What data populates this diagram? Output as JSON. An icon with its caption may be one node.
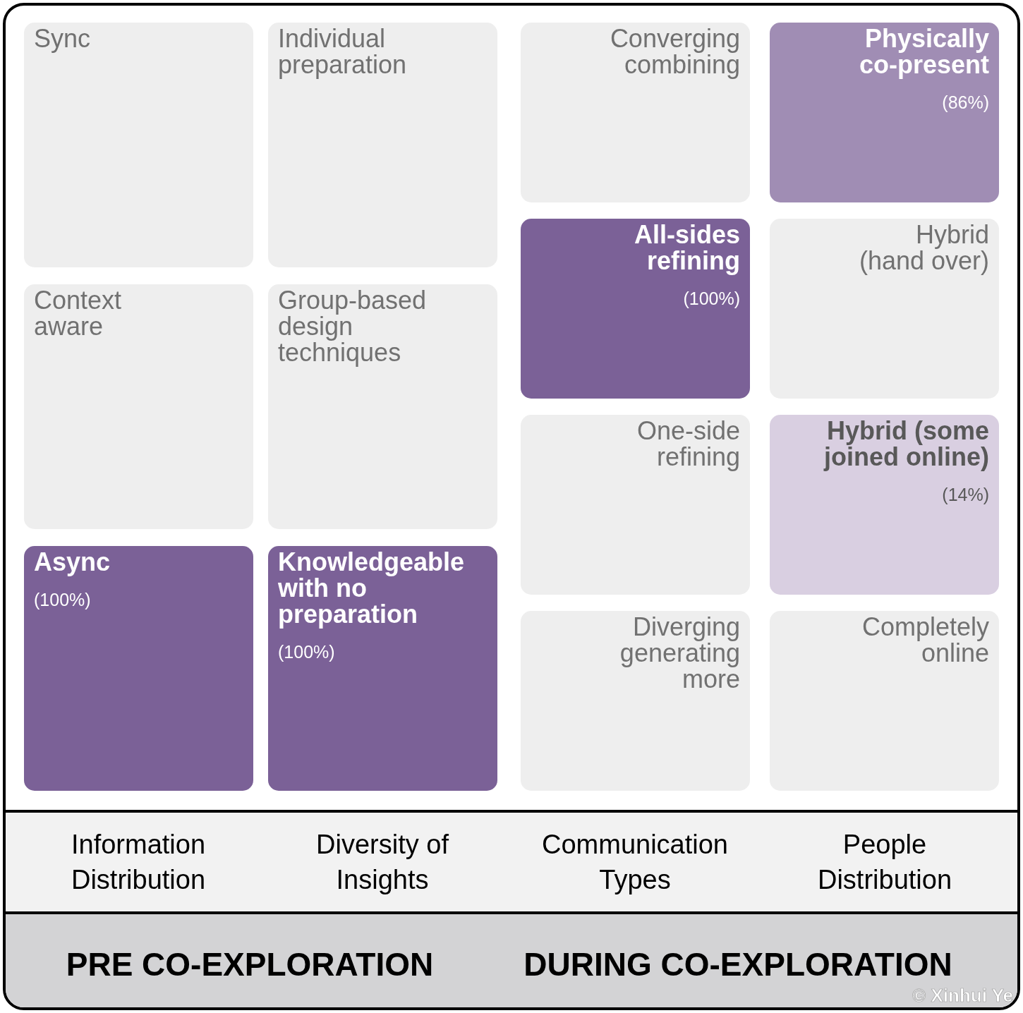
{
  "diagram": {
    "nodes": [
      {
        "text": [
          "Sync"
        ]
      },
      {
        "text": [
          "Context aware"
        ]
      },
      {
        "text": [
          "Async",
          "(100%)"
        ]
      },
      {
        "text": [
          "Individual preparation"
        ]
      },
      {
        "text": [
          "Group-based design techniques"
        ]
      },
      {
        "text": [
          "Knowledgeable with no preparation",
          "(100%)"
        ]
      },
      {
        "text": [
          "Converging combining"
        ]
      },
      {
        "text": [
          "All-sides refining",
          "(100%)"
        ]
      },
      {
        "text": [
          "One-side refining"
        ]
      },
      {
        "text": [
          "Diverging generating more"
        ]
      },
      {
        "text": [
          "Physically co-present",
          "(86%)"
        ]
      },
      {
        "text": [
          "Hybrid (hand over)"
        ]
      },
      {
        "text": [
          "Hybrid (some joined online)",
          "(14%)"
        ]
      },
      {
        "text": [
          "Completely online"
        ]
      },
      {
        "text": [
          "Information Distribution",
          "Diversity of Insights",
          "Communication Types",
          "People Distribution"
        ]
      },
      {
        "text": [
          "PRE CO-EXPLORATION",
          "DURING CO-EXPLORATION"
        ]
      }
    ],
    "labels": [
      "© Xinhui Ye"
    ]
  }
}
